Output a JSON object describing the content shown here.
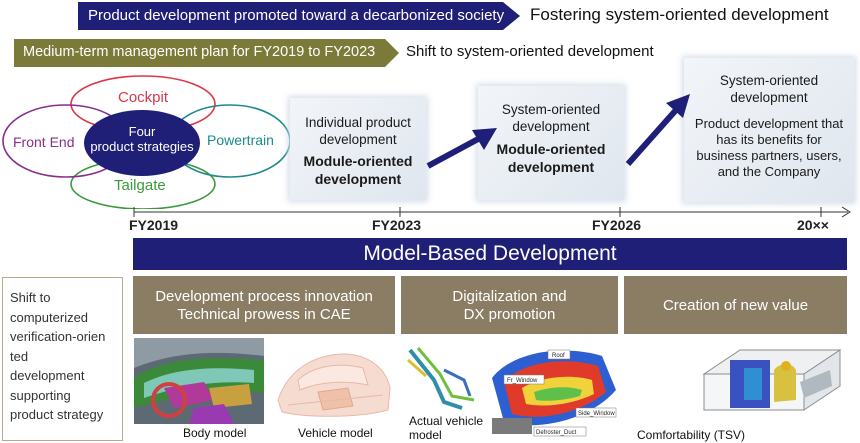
{
  "banners": {
    "top": "Product development promoted toward a decarbonized society",
    "top_tail": "Fostering system-oriented development",
    "mid": "Medium-term management plan for FY2019 to FY2023",
    "mid_tail": "Shift to system-oriented development"
  },
  "venn": {
    "center_line1": "Four",
    "center_line2": "product strategies",
    "top": "Cockpit",
    "left": "Front End",
    "right": "Powertrain",
    "bottom": "Tailgate"
  },
  "stages": [
    {
      "light1": "Individual product",
      "light2": "development",
      "bold1": "Module-oriented",
      "bold2": "development"
    },
    {
      "light1": "System-oriented",
      "light2": "development",
      "bold1": "Module-oriented",
      "bold2": "development"
    },
    {
      "light1": "System-oriented",
      "light2": "development",
      "body1": "Product development that",
      "body2": "has its benefits for",
      "body3": "business partners, users,",
      "body4": "and the Company"
    }
  ],
  "timeline": [
    "FY2019",
    "FY2023",
    "FY2026",
    "20××"
  ],
  "mbd_title": "Model-Based Development",
  "note": [
    "Shift to",
    "computerized",
    "verification-orien",
    "ted",
    "development",
    "supporting",
    "product strategy"
  ],
  "columns": [
    {
      "line1": "Development process innovation",
      "line2": "Technical prowess in CAE"
    },
    {
      "line1": "Digitalization and",
      "line2": "DX promotion"
    },
    {
      "line1": "Creation of new value",
      "line2": ""
    }
  ],
  "captions": {
    "body_model": "Body model",
    "vehicle_model": "Vehicle model",
    "actual_vehicle_1": "Actual vehicle",
    "actual_vehicle_2": "model",
    "comfortability": "Comfortability (TSV)"
  },
  "sim_labels": [
    "Roof",
    "Fr_Window",
    "Side_Window",
    "Defroster_Duct"
  ],
  "colors": {
    "navy": "#1f1f78",
    "olive": "#7b7a38",
    "brown": "#8a7d64",
    "cockpit": "#d9364a",
    "front_end": "#8a2e8a",
    "powertrain": "#1a8a8a",
    "tailgate": "#3a9a3a"
  }
}
